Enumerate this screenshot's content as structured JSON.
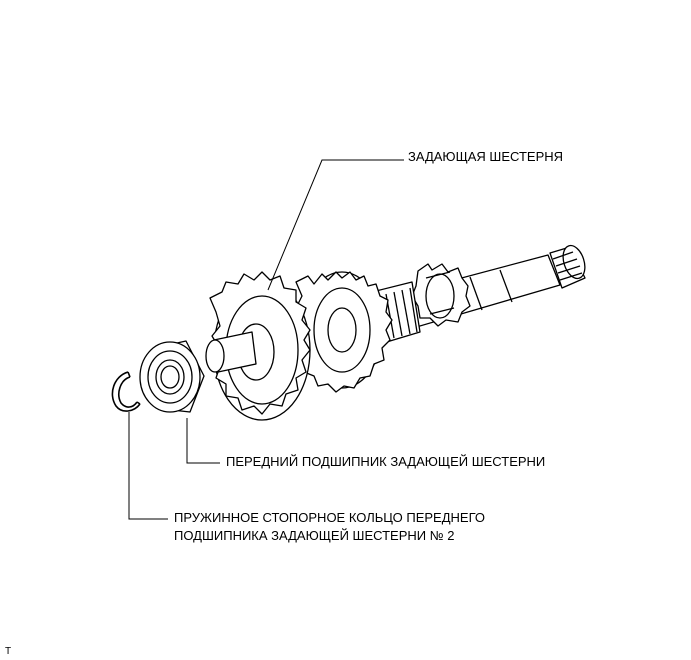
{
  "labels": {
    "drive_gear": "ЗАДАЮЩАЯ ШЕСТЕРНЯ",
    "front_bearing": "ПЕРЕДНИЙ ПОДШИПНИК ЗАДАЮЩЕЙ ШЕСТЕРНИ",
    "snap_ring_line1": "ПРУЖИННОЕ СТОПОРНОЕ КОЛЬЦО ПЕРЕДНЕГО",
    "snap_ring_line2": "ПОДШИПНИКА ЗАДАЮЩЕЙ ШЕСТЕРНИ № 2"
  },
  "figure_code": "T",
  "colors": {
    "line": "#000000",
    "background": "#ffffff"
  }
}
